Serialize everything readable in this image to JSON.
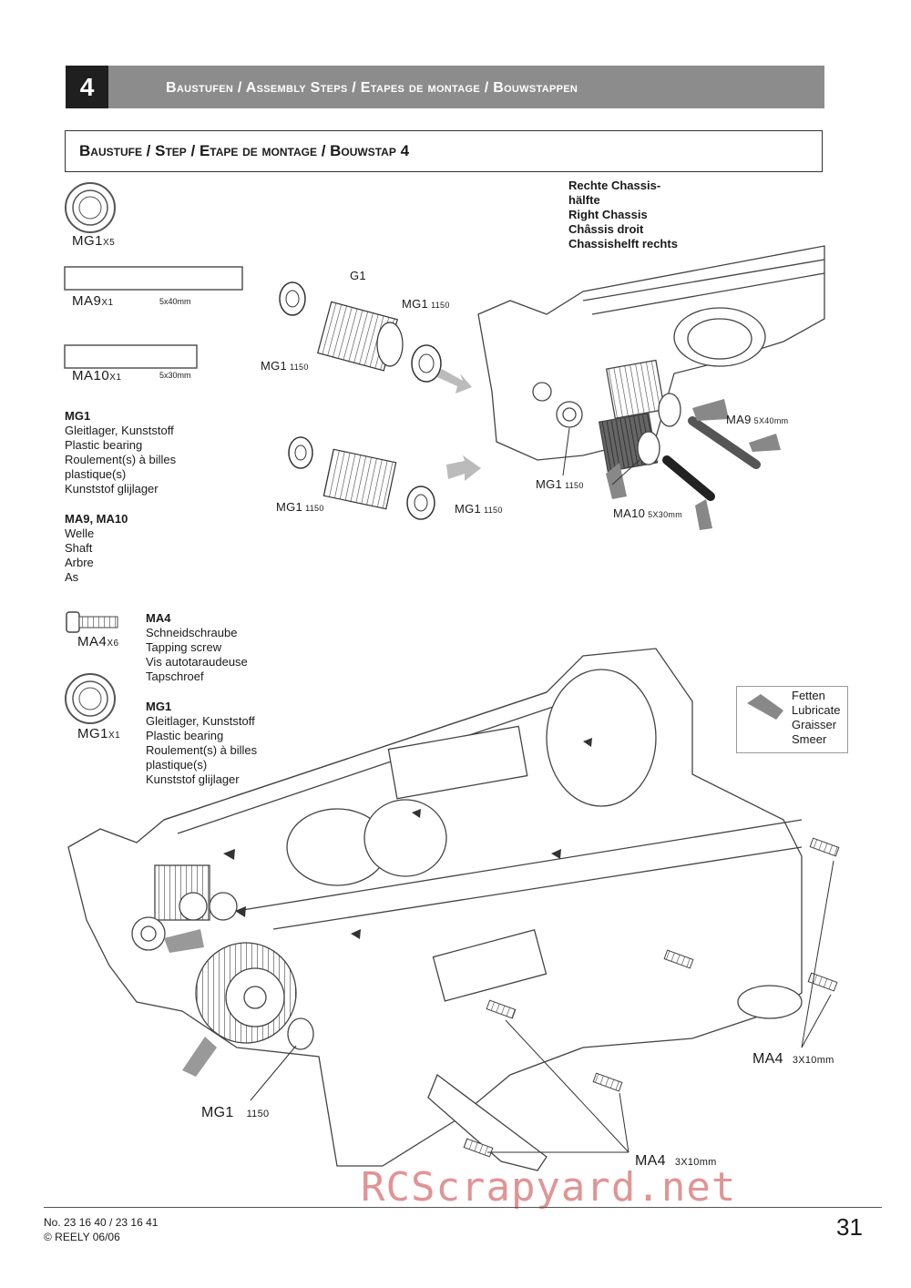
{
  "header": {
    "step_number": "4",
    "title": "Baustufen / Assembly Steps / Etapes de montage / Bouwstappen"
  },
  "step_title": "Baustufe / Step / Etape de montage / Bouwstap 4",
  "parts_list": {
    "mg1_top": {
      "code": "MG1",
      "qty": "X5"
    },
    "ma9": {
      "code": "MA9",
      "qty": "X1",
      "dim": "5x40mm"
    },
    "ma10": {
      "code": "MA10",
      "qty": "X1",
      "dim": "5x30mm"
    },
    "ma4": {
      "code": "MA4",
      "qty": "X6"
    },
    "mg1_bottom": {
      "code": "MG1",
      "qty": "X1"
    }
  },
  "desc_mg1": {
    "title": "MG1",
    "lines": [
      "Gleitlager, Kunststoff",
      "Plastic bearing",
      "Roulement(s) à billes",
      "plastique(s)",
      "Kunststof glijlager"
    ]
  },
  "desc_shaft": {
    "title": "MA9, MA10",
    "lines": [
      "Welle",
      "Shaft",
      "Arbre",
      "As"
    ]
  },
  "desc_ma4": {
    "title": "MA4",
    "lines": [
      "Schneidschraube",
      "Tapping screw",
      "Vis autotaraudeuse",
      "Tapschroef"
    ]
  },
  "desc_mg1b": {
    "title": "MG1",
    "lines": [
      "Gleitlager, Kunststoff",
      "Plastic bearing",
      "Roulement(s) à billes",
      "plastique(s)",
      "Kunststof glijlager"
    ]
  },
  "right_chassis": [
    "Rechte Chassis-",
    "hälfte",
    "Right Chassis",
    "Châssis droit",
    "Chassishelft rechts"
  ],
  "callouts": {
    "g1": "G1",
    "mg1_a": {
      "code": "MG1",
      "num": "1150"
    },
    "mg1_b": {
      "code": "MG1",
      "num": "1150"
    },
    "mg1_c": {
      "code": "MG1",
      "num": "1150"
    },
    "mg1_d": {
      "code": "MG1",
      "num": "1150"
    },
    "mg1_e": {
      "code": "MG1",
      "num": "1150"
    },
    "ma9": {
      "code": "MA9",
      "dim": "5X40mm"
    },
    "ma10": {
      "code": "MA10",
      "dim": "5X30mm"
    },
    "mg1_big": {
      "code": "MG1",
      "num": "1150"
    },
    "ma4_right": {
      "code": "MA4",
      "dim": "3X10mm"
    },
    "ma4_bottom": {
      "code": "MA4",
      "dim": "3X10mm"
    }
  },
  "legend": {
    "icon": "grease-arrow-icon",
    "lines": [
      "Fetten",
      "Lubricate",
      "Graisser",
      "Smeer"
    ]
  },
  "footer": {
    "line1": "No. 23 16 40 / 23 16 41",
    "line2": "© REELY 06/06",
    "page": "31"
  },
  "watermark": "RCScrapyard.net"
}
